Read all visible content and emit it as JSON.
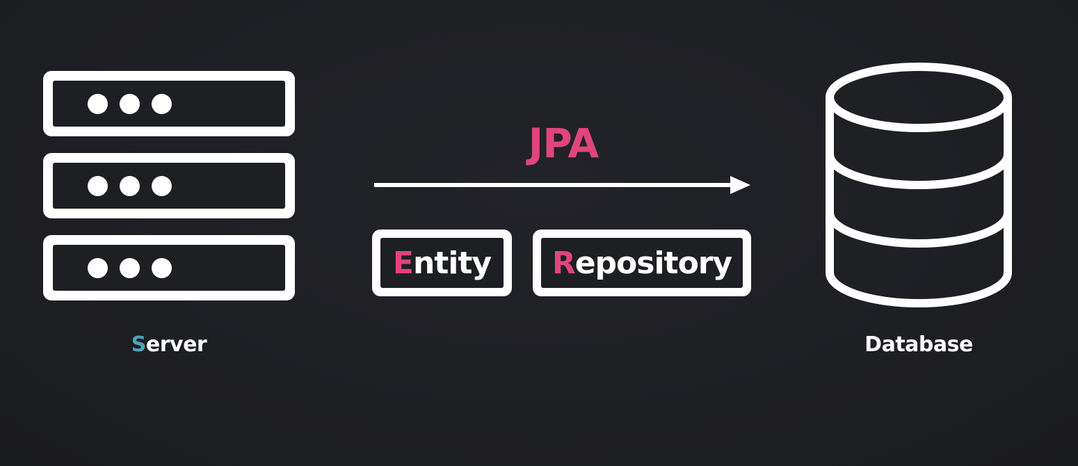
{
  "server": {
    "label_initial": "S",
    "label_rest": "erver"
  },
  "jpa": {
    "label": "JPA"
  },
  "entity": {
    "initial": "E",
    "rest": "ntity"
  },
  "repository": {
    "initial": "R",
    "rest": "epository"
  },
  "database": {
    "label": "Database"
  },
  "colors": {
    "background": "#1e1f23",
    "foreground": "#ffffff",
    "accent_pink": "#e0457b",
    "accent_teal": "#4fa3b8"
  },
  "icons": [
    "server-icon",
    "arrow-right-icon",
    "database-icon"
  ]
}
